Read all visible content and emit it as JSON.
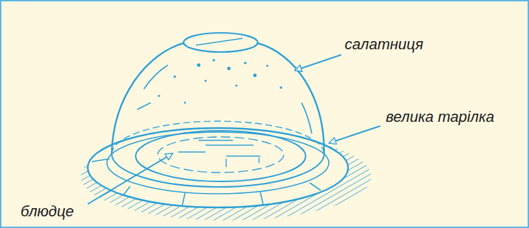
{
  "diagram": {
    "labels": [
      "салатниця",
      "велика тарілка",
      "блюдце"
    ]
  }
}
